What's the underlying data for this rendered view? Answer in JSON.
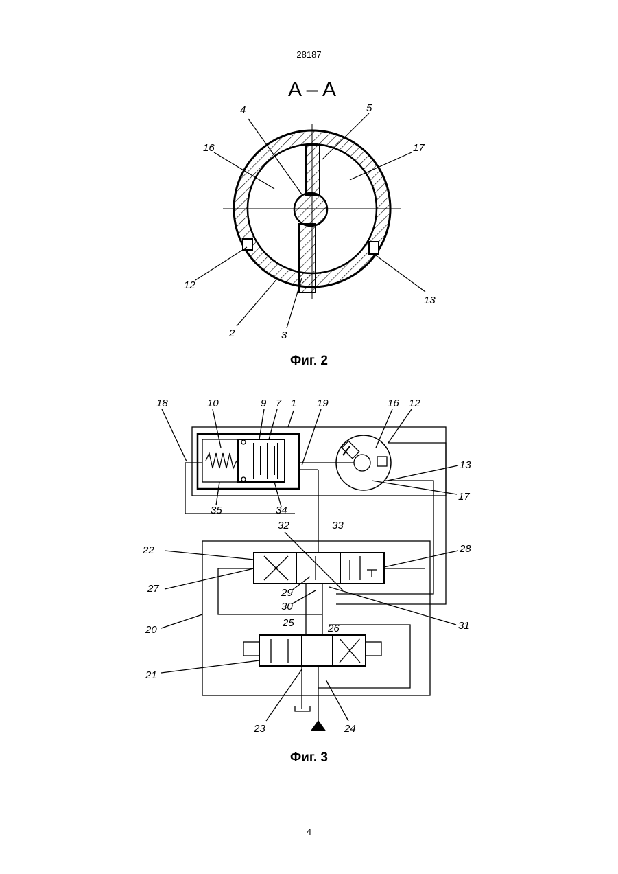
{
  "header": {
    "patent_number": "28187"
  },
  "footer": {
    "page_number": "4"
  },
  "figure2": {
    "section_label": "A – A",
    "caption": "Фиг. 2",
    "labels": [
      "4",
      "5",
      "16",
      "17",
      "12",
      "13",
      "2",
      "3"
    ]
  },
  "figure3": {
    "caption": "Фиг. 3",
    "labels": [
      "18",
      "10",
      "9",
      "7",
      "1",
      "19",
      "16",
      "12",
      "13",
      "17",
      "35",
      "34",
      "32",
      "33",
      "22",
      "28",
      "27",
      "29",
      "30",
      "31",
      "20",
      "25",
      "26",
      "21",
      "23",
      "24"
    ],
    "valve_letter": "T"
  }
}
